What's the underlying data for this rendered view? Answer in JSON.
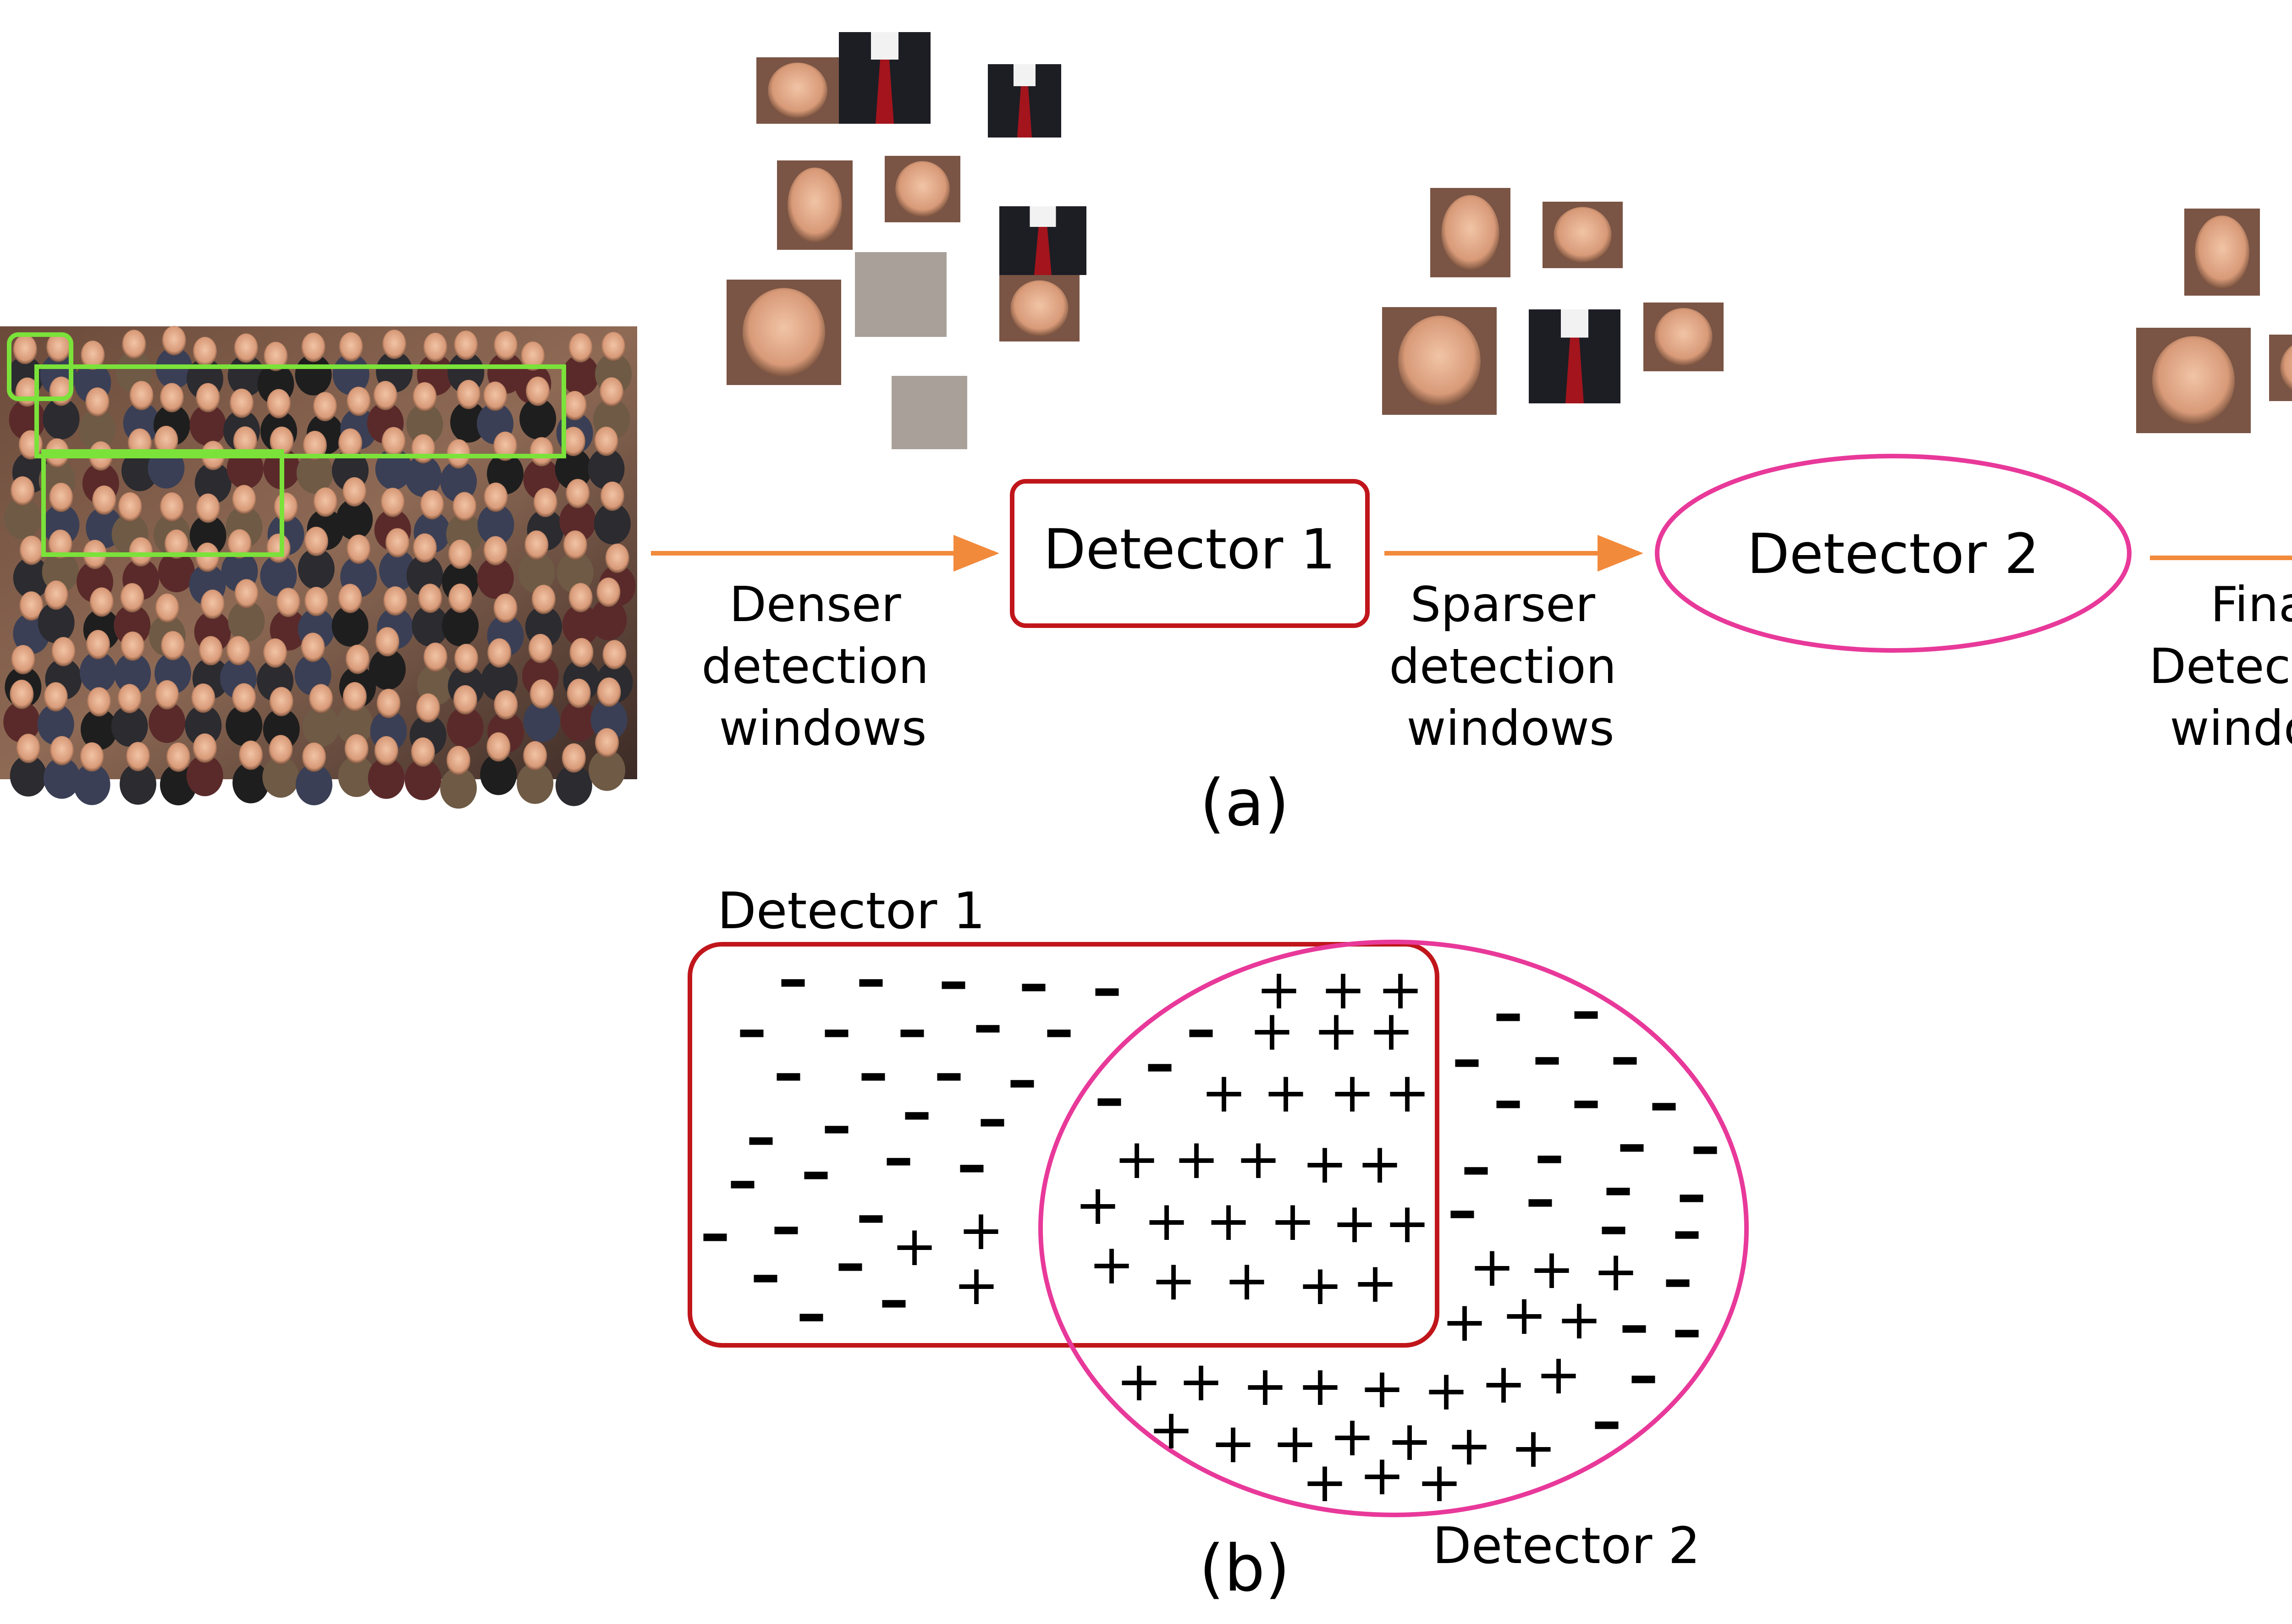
{
  "panel_a": {
    "caption": "(a)",
    "detector1_label": "Detector 1",
    "detector2_label": "Detector 2",
    "stage1_text": [
      "Denser",
      "detection",
      "windows"
    ],
    "stage2_text": [
      "Sparser",
      "detection",
      "windows"
    ],
    "stage3_text": [
      "Final",
      "Detection",
      "windows"
    ]
  },
  "panel_b": {
    "caption": "(b)",
    "detector1_label": "Detector 1",
    "detector2_label": "Detector 2",
    "positive_symbol": "+",
    "negative_symbol": "–"
  },
  "colors": {
    "detector1": "#c0161b",
    "detector2": "#e8399a",
    "arrow": "#f28a3c",
    "window_box": "#7be23a"
  }
}
